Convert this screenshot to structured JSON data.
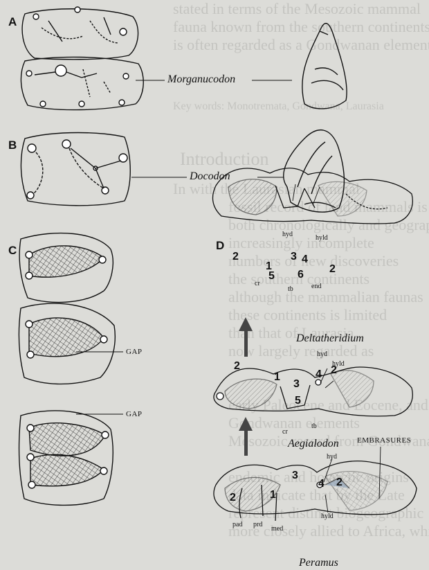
{
  "background_text": [
    "stated in terms of the Mesozoic mammal",
    "fauna known from the southern continents",
    "is often regarded as a Gondwanan element",
    "Key words: Monotremata, Gondwana, Laurasia",
    "Introduction",
    "In          with the Laurasian mammal",
    "fossil record of land mammals is",
    "both chronologically and geographically",
    "increasingly incomplete",
    "numbers of new discoveries",
    "the southern continents",
    "although the mammalian faunas",
    "these continents is limited",
    "than that of Laurasia",
    "now largely regarded as",
    "early Paleocene and Eocene, and",
    "Gondwanan elements",
    "Mesozoic record from Gondwana",
    "endemic and holarctic origins",
    "data indicate that by the Late",
    "represent distinct biogeographic",
    "more closely allied to Africa, while"
  ],
  "panels": {
    "A": "A",
    "B": "B",
    "C": "C",
    "D": "D"
  },
  "taxa": {
    "morganucodon": "Morganucodon",
    "docodon": "Docodon",
    "deltatheridium": "Deltatheridium",
    "aegialodon": "Aegialodon",
    "peramus": "Peramus"
  },
  "labels": {
    "gap1": "GAP",
    "gap2": "GAP",
    "embrasures": "EMBRASURES",
    "hyd_d": "hyd",
    "hyld_d": "hyld",
    "end": "end",
    "tb_d": "tb",
    "cr_d": "cr",
    "hyd_a": "hyd",
    "hyld_a": "hyld",
    "cr_a": "cr",
    "tb_a": "tb",
    "hyd_p": "hyd",
    "hyld_p": "hyld",
    "pad": "pad",
    "prd": "prd",
    "med": "med"
  },
  "numbers": {
    "d2a": "2",
    "d1": "1",
    "d3": "3",
    "d4": "4",
    "d2b": "2",
    "d5": "5",
    "d6": "6",
    "a2a": "2",
    "a1": "1",
    "a3": "3",
    "a4": "4",
    "a2b": "2",
    "a5": "5",
    "p2a": "2",
    "p1": "1",
    "p3": "3",
    "p4": "4",
    "p2b": "2"
  }
}
